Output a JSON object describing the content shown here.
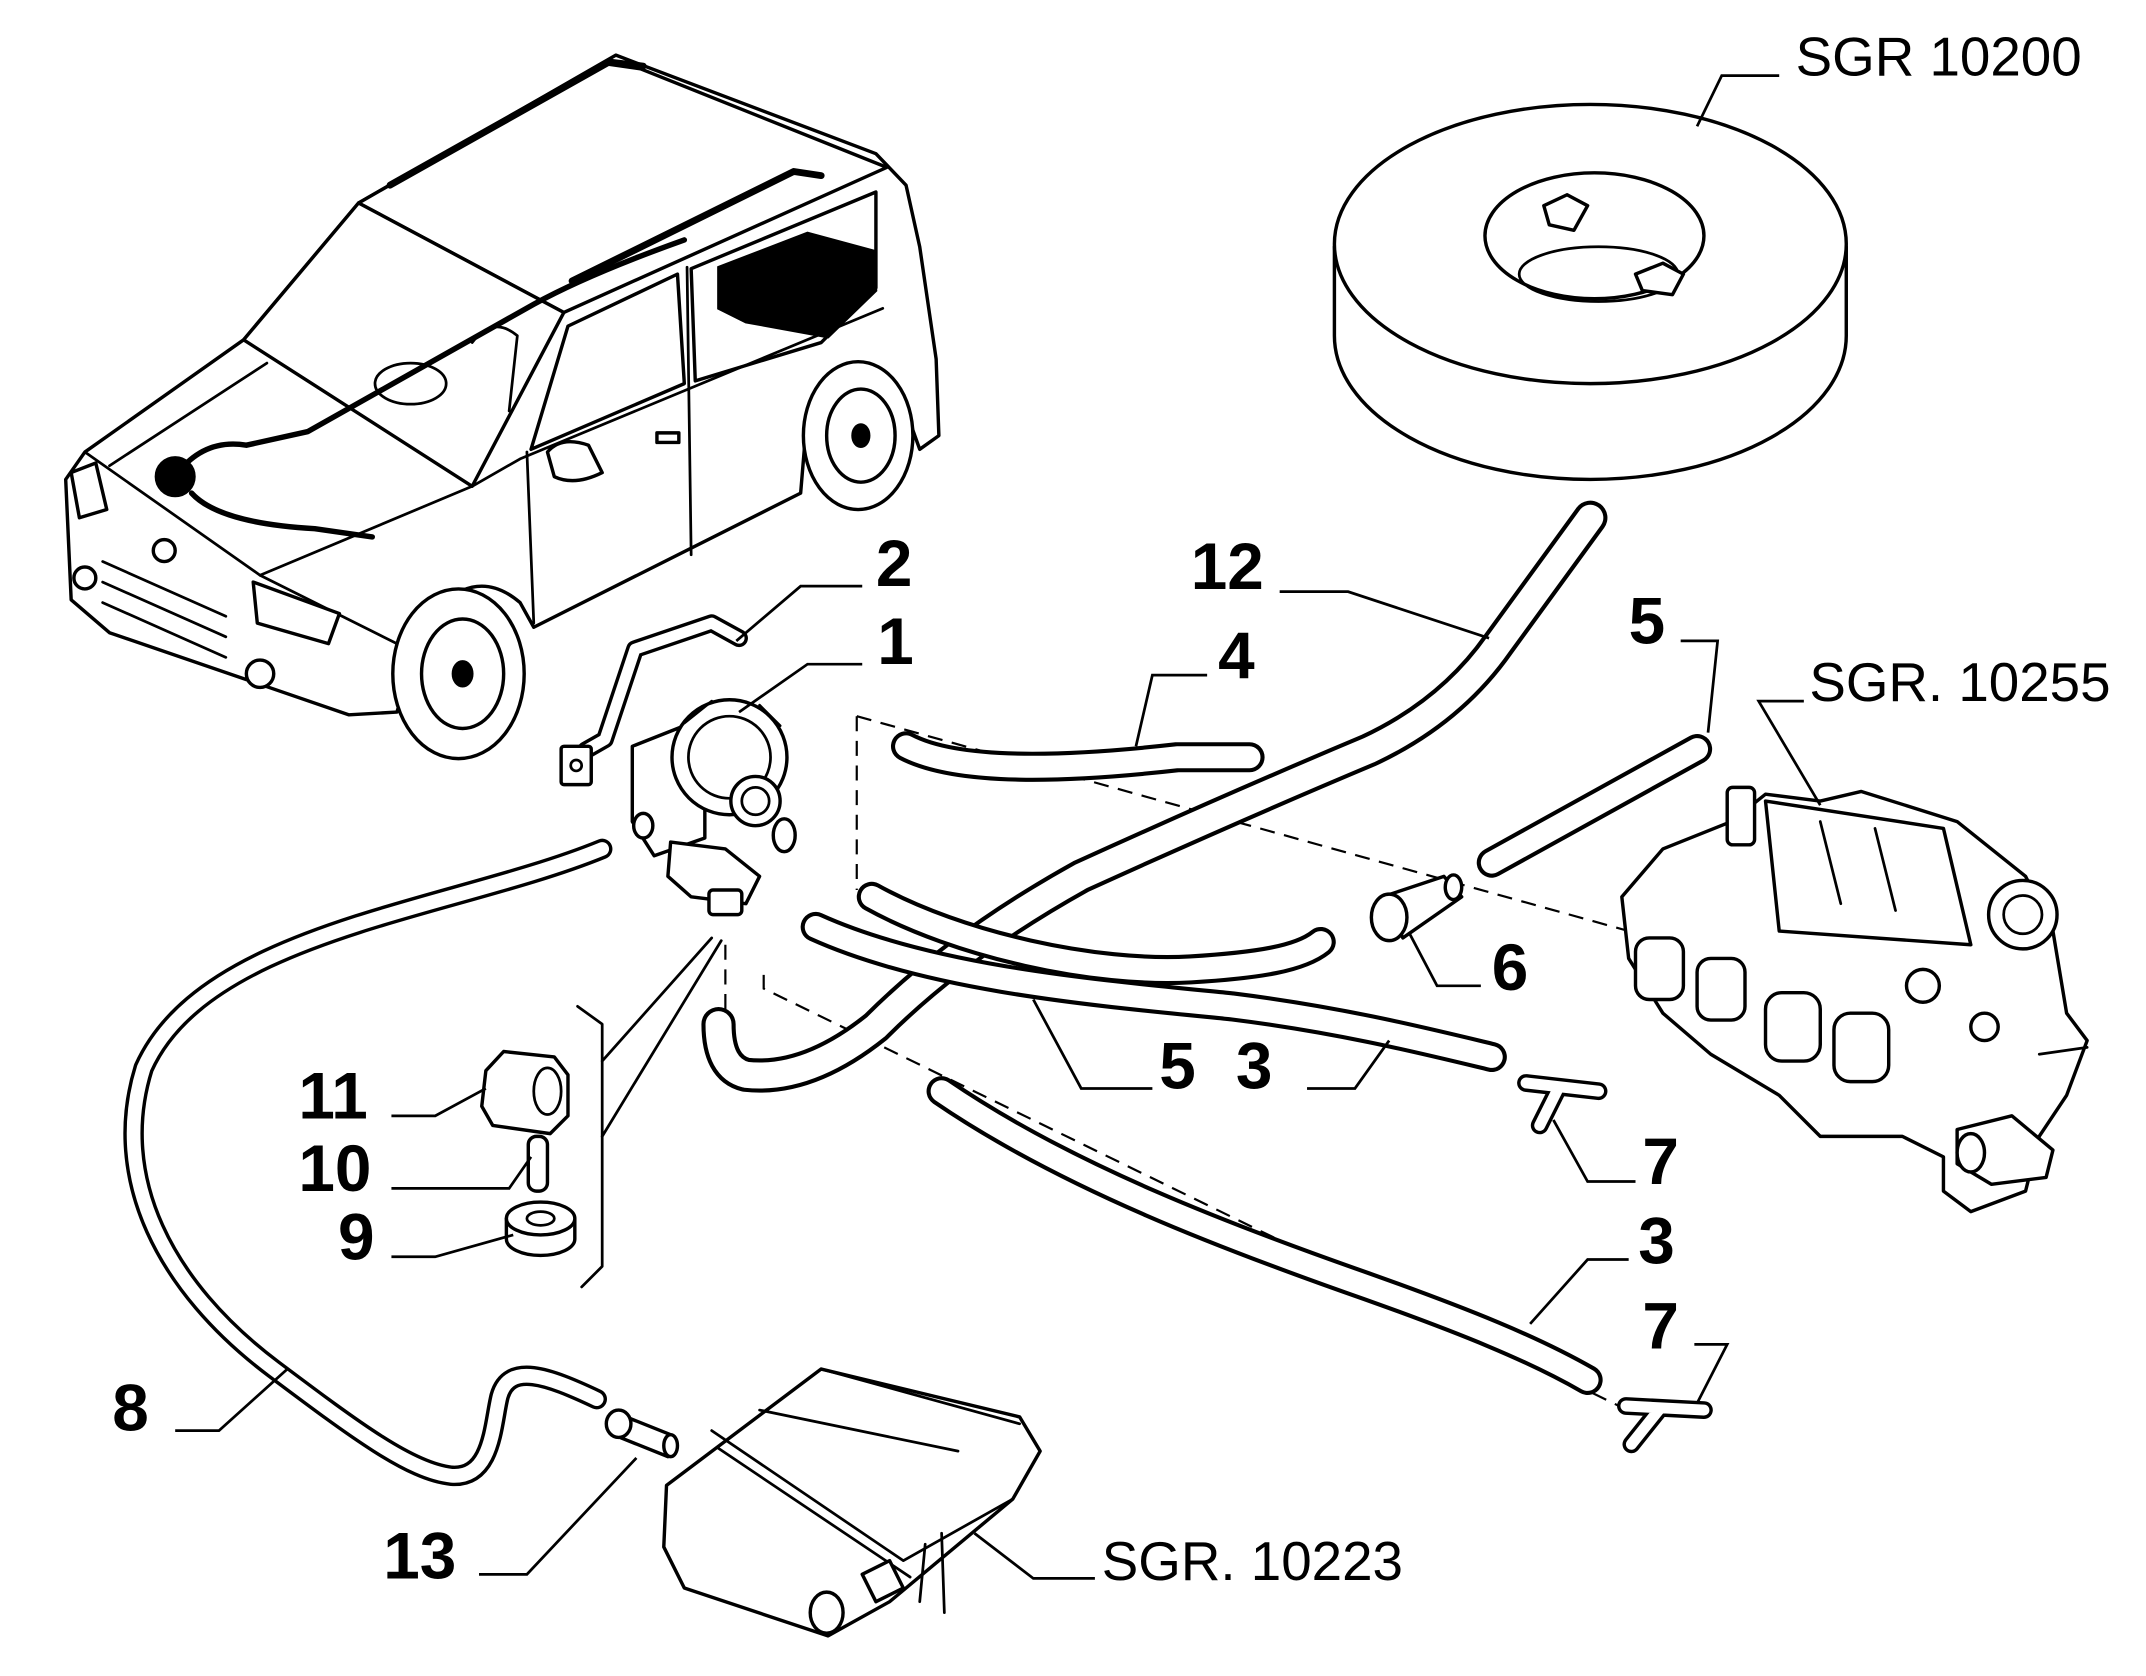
{
  "references": {
    "tank": "SGR 10200",
    "intake_manifold": "SGR. 10255",
    "canister": "SGR. 10223"
  },
  "callouts": [
    "12",
    "5",
    "2",
    "1",
    "4",
    "6",
    "5",
    "3",
    "11",
    "10",
    "9",
    "7",
    "3",
    "7",
    "8",
    "13"
  ]
}
